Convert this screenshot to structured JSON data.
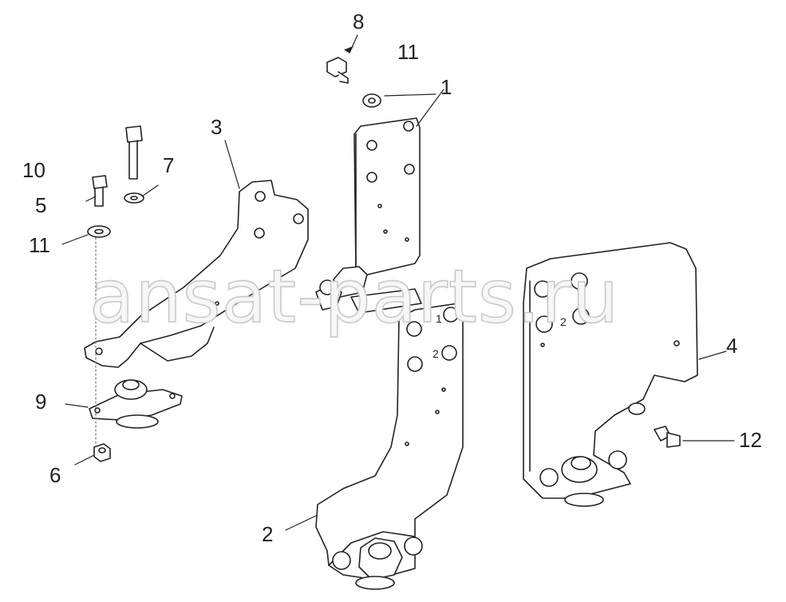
{
  "watermark": "ansat-parts.ru",
  "callouts": {
    "c1": "1",
    "c2a": "2",
    "c3": "3",
    "c4": "4",
    "c5": "5",
    "c6": "6",
    "c7": "7",
    "c8": "8",
    "c9": "9",
    "c10": "10",
    "c11a": "11",
    "c11b": "11",
    "c12": "12"
  },
  "inline_marks": {
    "m1": "1",
    "m2": "2",
    "m3": "2"
  },
  "line_color": "#222222"
}
